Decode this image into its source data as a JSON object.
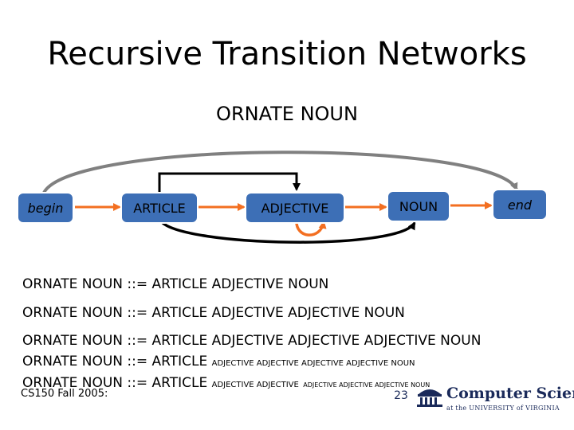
{
  "slide": {
    "title": "Recursive Transition Networks",
    "subtitle": "ORNATE NOUN"
  },
  "diagram": {
    "nodes": {
      "begin": "begin",
      "article": "ARTICLE",
      "adjective": "ADJECTIVE",
      "noun": "NOUN",
      "end": "end"
    },
    "colors": {
      "node_fill": "#3d6fb6",
      "node_border": "#ffffff",
      "arrow_orange": "#f36f21",
      "arrow_black": "#000000",
      "bypass_arc": "#808080"
    }
  },
  "rules": [
    {
      "lhs": "ORNATE NOUN ::=",
      "rhs": "ARTICLE ADJECTIVE NOUN"
    },
    {
      "lhs": "ORNATE NOUN ::=",
      "rhs": "ARTICLE ADJECTIVE ADJECTIVE NOUN"
    },
    {
      "lhs": "ORNATE NOUN ::=",
      "rhs": "ARTICLE ADJECTIVE ADJECTIVE ADJECTIVE NOUN"
    },
    {
      "lhs": "ORNATE NOUN ::=",
      "rhs_main": "ARTICLE",
      "rhs_small": "ADJECTIVE ADJECTIVE ADJECTIVE ADJECTIVE NOUN"
    },
    {
      "lhs": "ORNATE NOUN ::=",
      "rhs_main": "ARTICLE",
      "rhs_small": "ADJECTIVE ADJECTIVE",
      "rhs_smaller": "ADJECTIVE ADJECTIVE ADJECTIVE NOUN"
    }
  ],
  "footer": {
    "course": "CS150 Fall 2005:",
    "page": "23",
    "logo_main": "Computer Science",
    "logo_sub": "at the UNIVERSITY of VIRGINIA",
    "logo_icon": "rotunda-icon"
  }
}
